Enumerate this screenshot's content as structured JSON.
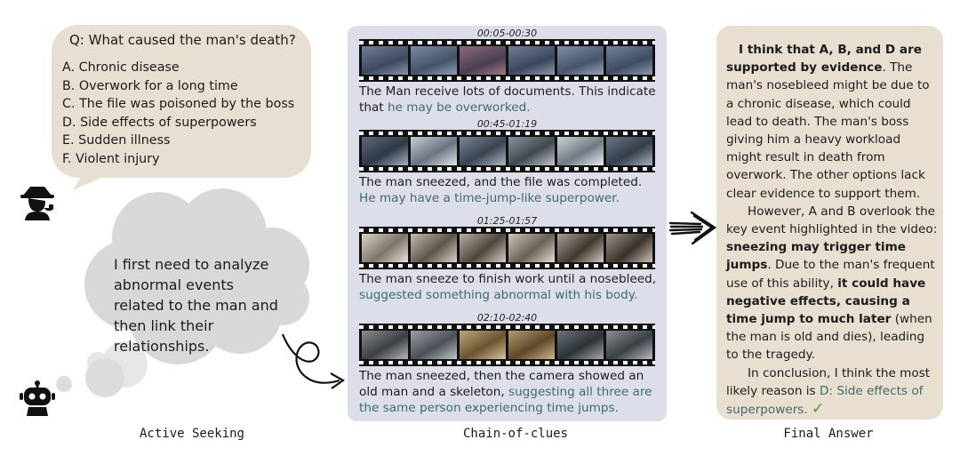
{
  "active_seeking": {
    "question": "Q: What caused the man's death?",
    "options": [
      "A. Chronic disease",
      "B. Overwork for a long time",
      "C. The file was poisoned by the boss",
      "D. Side effects of superpowers",
      "E. Sudden illness",
      "F. Violent injury"
    ],
    "thought": "I first need to analyze abnormal events related to the man and then link their relationships.",
    "caption": "Active Seeking"
  },
  "chain_of_clues": {
    "caption": "Chain-of-clues",
    "clips": [
      {
        "time": "00:05-00:30",
        "text": "The Man receive lots of documents. This indicate that ",
        "highlight": "he may be overworked."
      },
      {
        "time": "00:45-01:19",
        "text": "The man sneezed, and the file was completed. ",
        "highlight": "He may have a time-jump-like superpower."
      },
      {
        "time": "01:25-01:57",
        "text": "The man sneeze to finish work until a nosebleed, ",
        "highlight": "suggested something abnormal with his body."
      },
      {
        "time": "02:10-02:40",
        "text": "The man sneezed, then the camera showed an old man and a skeleton, ",
        "highlight": "suggesting all three are the same person experiencing time jumps."
      }
    ]
  },
  "final_answer": {
    "caption": "Final Answer",
    "p1_bold": "I think that A, B, and D are supported by evidence",
    "p1_rest": ". The man's nosebleed might be due to a chronic disease, which could lead to death. The man's boss giving him a heavy workload might result in death from overwork. The other options lack clear evidence to support them.",
    "p2_a": "However, A and B overlook the key event highlighted in the video: ",
    "p2_bold1": "sneezing may trigger time jumps",
    "p2_b": ". Due to the man's frequent use of this ability, ",
    "p2_bold2": "it could have negative effects, causing a time jump to much later",
    "p2_c": " (when the man is old and dies), leading to the tragedy.",
    "p3_a": "In conclusion, I think the most likely reason is ",
    "p3_highlight": "D: Side effects of superpowers.",
    "check": "✓"
  },
  "colors": {
    "question_bubble": "#e7dfd2",
    "cloud": "#d6d6d6",
    "chain_panel": "#dcdfea",
    "answer_panel": "#e8dfd1",
    "highlight_text": "#3d6b6b",
    "check_green": "#3a9a4a"
  },
  "icons": {
    "detective": "detective-icon",
    "robot": "robot-icon",
    "curl_arrow": "curly-arrow-icon",
    "big_arrow": "right-arrow-icon"
  }
}
